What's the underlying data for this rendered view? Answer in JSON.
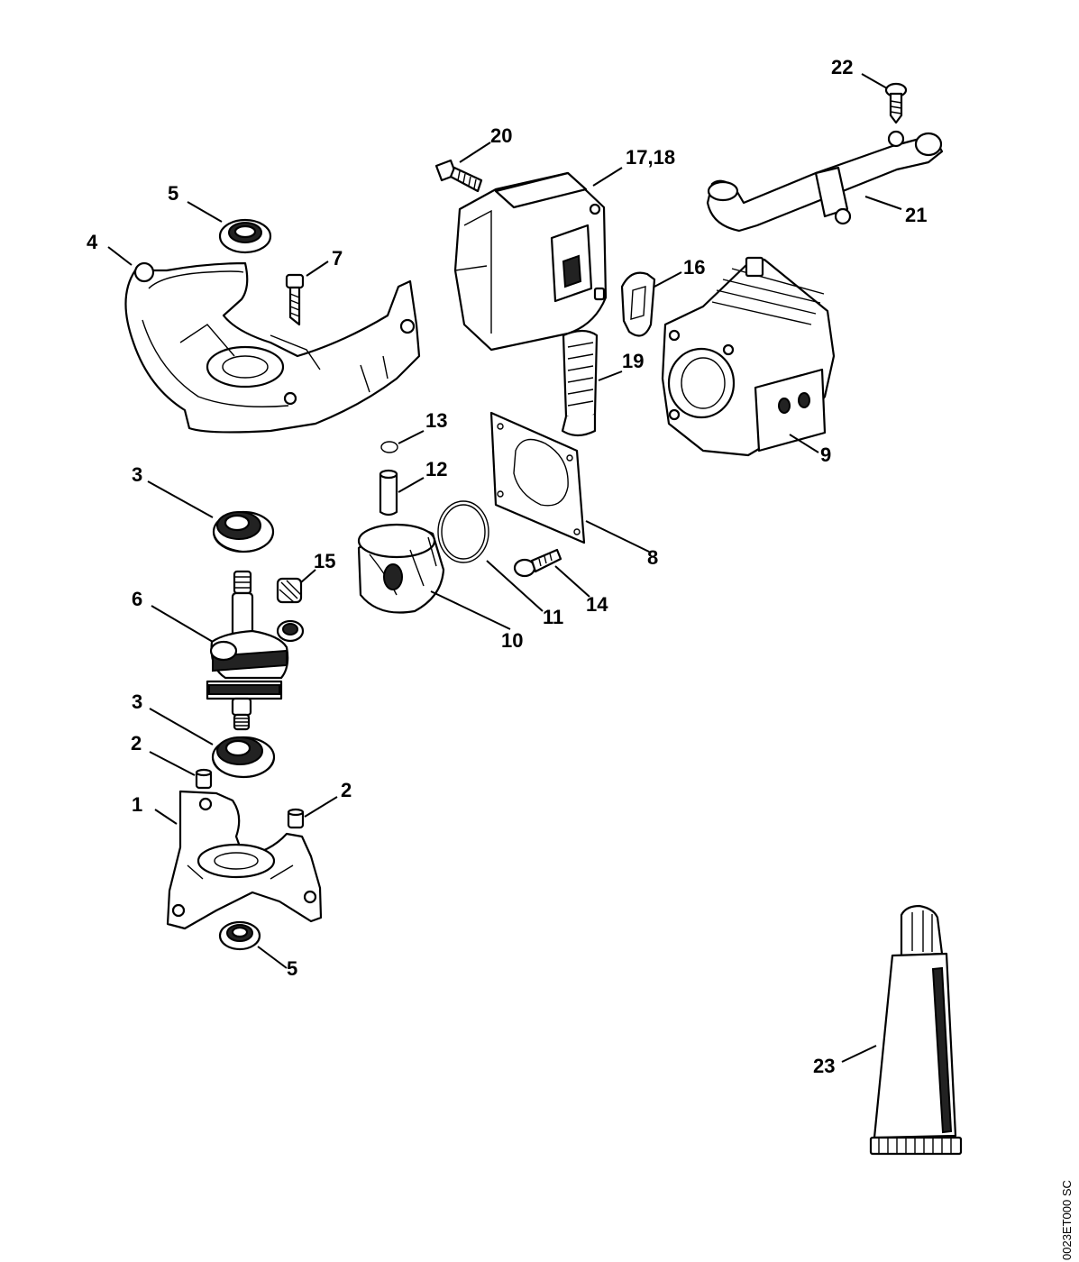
{
  "diagram_code": "0023ET000 SC",
  "callouts": [
    {
      "id": "p1",
      "label": "1"
    },
    {
      "id": "p2a",
      "label": "2"
    },
    {
      "id": "p2b",
      "label": "2"
    },
    {
      "id": "p3a",
      "label": "3"
    },
    {
      "id": "p3b",
      "label": "3"
    },
    {
      "id": "p4",
      "label": "4"
    },
    {
      "id": "p5a",
      "label": "5"
    },
    {
      "id": "p5b",
      "label": "5"
    },
    {
      "id": "p6",
      "label": "6"
    },
    {
      "id": "p7",
      "label": "7"
    },
    {
      "id": "p8",
      "label": "8"
    },
    {
      "id": "p9",
      "label": "9"
    },
    {
      "id": "p10",
      "label": "10"
    },
    {
      "id": "p11",
      "label": "11"
    },
    {
      "id": "p12",
      "label": "12"
    },
    {
      "id": "p13",
      "label": "13"
    },
    {
      "id": "p14",
      "label": "14"
    },
    {
      "id": "p15",
      "label": "15"
    },
    {
      "id": "p16",
      "label": "16"
    },
    {
      "id": "p1718",
      "label": "17,18"
    },
    {
      "id": "p19",
      "label": "19"
    },
    {
      "id": "p20",
      "label": "20"
    },
    {
      "id": "p21",
      "label": "21"
    },
    {
      "id": "p22",
      "label": "22"
    },
    {
      "id": "p23",
      "label": "23"
    }
  ]
}
